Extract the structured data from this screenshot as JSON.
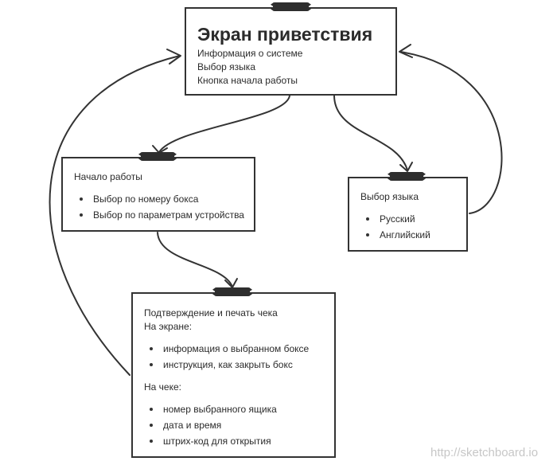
{
  "welcome": {
    "title": "Экран приветствия",
    "lines": [
      "Информация о системе",
      "Выбор языка",
      "Кнопка начала работы"
    ]
  },
  "start": {
    "title": "Начало работы",
    "items": [
      "Выбор по номеру бокса",
      "Выбор по параметрам устройства"
    ]
  },
  "language": {
    "title": "Выбор языка",
    "items": [
      "Русский",
      "Английский"
    ]
  },
  "confirm": {
    "title": "Подтверждение и печать чека",
    "screen_heading": "На экране:",
    "screen_items": [
      "информация о выбранном боксе",
      "инструкция, как закрыть бокс"
    ],
    "receipt_heading": "На чеке:",
    "receipt_items": [
      "номер выбранного ящика",
      "дата и время",
      "штрих-код для открытия"
    ]
  },
  "watermark": "http://sketchboard.io",
  "colors": {
    "stroke": "#333333",
    "tape": "#2e2e2e",
    "watermark": "#c7c7c7"
  }
}
